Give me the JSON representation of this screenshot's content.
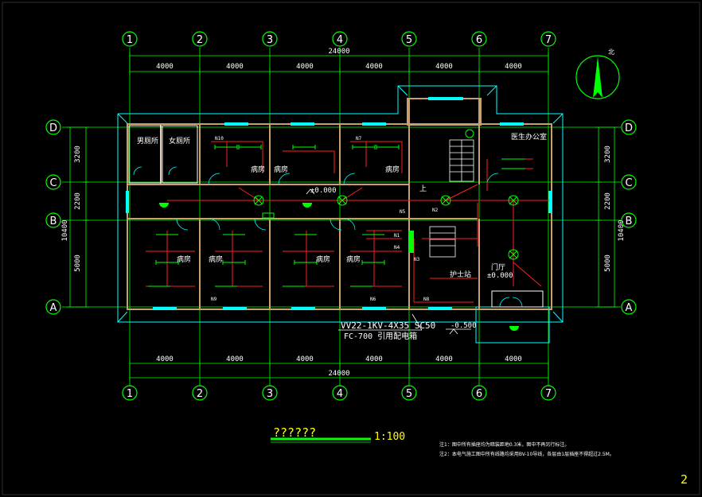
{
  "grid_columns": [
    "1",
    "2",
    "3",
    "4",
    "5",
    "6",
    "7"
  ],
  "grid_rows": [
    "D",
    "C",
    "B",
    "A"
  ],
  "bay_dims": [
    "4000",
    "4000",
    "4000",
    "4000",
    "4000",
    "4000"
  ],
  "total_width": "24000",
  "row_dims": [
    "3200",
    "2200",
    "5000"
  ],
  "total_depth": "10400",
  "rooms": {
    "men_wc": "男厕所",
    "women_wc": "女厕所",
    "ward": "病房",
    "doctor_office": "医生办公室",
    "nurse_station": "护士站",
    "lobby": "门厅",
    "up": "上"
  },
  "levels": {
    "floor": "±0.000",
    "lobby": "±0.000",
    "outdoor": "-0.500"
  },
  "circuits": [
    "N10",
    "N7",
    "N5",
    "N2",
    "N1",
    "N4",
    "N3",
    "N6",
    "N8",
    "N9"
  ],
  "feeder": {
    "cable": "VV22-1KV-4X35 SC50",
    "panel": "FC-700 引用配电箱"
  },
  "north": "北",
  "title": {
    "text": "??????",
    "scale": "1:100"
  },
  "notes": [
    "注1：图中所有插座均为暗装距地0.3米，图中不再另行标注。",
    "注2：本电气施工图中所有线路均采用BV-10导线，各层由1层插座不得超过2.5M。"
  ],
  "sheet_number": "2",
  "colors": {
    "background": "#000000",
    "grid": "#00ff00",
    "wall": "#c8a070",
    "wiring": "#ff2020",
    "annotation": "#ffffff",
    "title": "#ffff00",
    "outline": "#00ffff"
  }
}
